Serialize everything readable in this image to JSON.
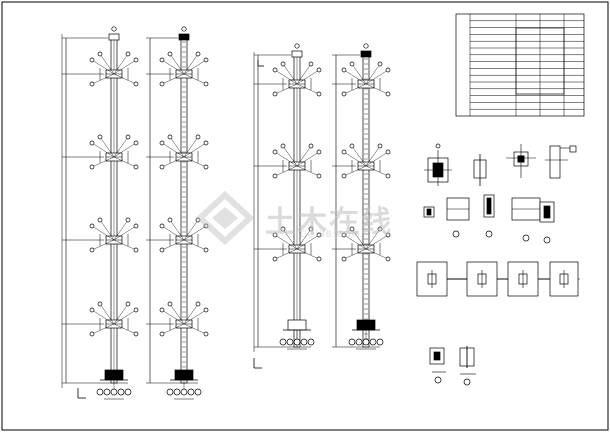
{
  "drawing": {
    "type": "steel frame construction drawing",
    "line_color": "#000000",
    "background": "#ffffff",
    "watermark_color": "#bdbdbd"
  },
  "watermark": {
    "logo_icon": "diamond-logo-icon",
    "text": "土木在线",
    "subtext": "COI88.COM"
  },
  "title_block": {
    "rows": 15,
    "columns": 4
  },
  "elevations": [
    {
      "name": "column-elevation-a",
      "levels": 4
    },
    {
      "name": "column-elevation-b",
      "levels": 4
    },
    {
      "name": "column-elevation-c",
      "levels": 3
    },
    {
      "name": "column-elevation-d",
      "levels": 3
    }
  ],
  "details": {
    "node_details": 4,
    "section_details": 5,
    "plan_blocks": 4,
    "small_sections": 2
  }
}
